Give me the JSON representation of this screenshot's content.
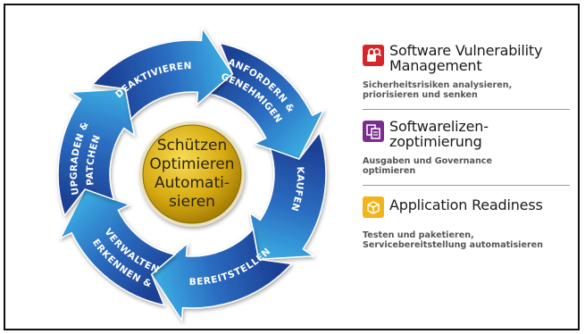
{
  "center": {
    "lines": [
      "Schützen",
      "Optimieren",
      "Automati-",
      "sieren"
    ]
  },
  "cycle_steps": [
    {
      "lines": [
        "ANFORDERN &",
        "GENEHMIGEN"
      ]
    },
    {
      "lines": [
        "KAUFEN"
      ]
    },
    {
      "lines": [
        "BEREITSTELLEN"
      ]
    },
    {
      "lines": [
        "ERKENNEN &",
        "VERWALTEN"
      ]
    },
    {
      "lines": [
        "UPGRADEN &",
        "PATCHEN"
      ]
    },
    {
      "lines": [
        "DEAKTIVIEREN"
      ]
    }
  ],
  "products": [
    {
      "icon": "lock-search-icon",
      "color": "#d9252a",
      "title_1": "Software Vulnerability",
      "title_2": "Management",
      "sub_1": "Sicherheitsrisiken analysieren,",
      "sub_2": "priorisieren und senken"
    },
    {
      "icon": "license-document-icon",
      "color": "#7a2c8f",
      "title_1": "Softwarelizen-",
      "title_2": "zoptimierung",
      "sub_1": "Ausgaben und Governance",
      "sub_2": "optimieren"
    },
    {
      "icon": "package-box-icon",
      "color": "#f2b418",
      "title_1": "Application Readiness",
      "title_2": "",
      "sub_1": "Testen und paketieren,",
      "sub_2": "Servicebereitstellung automatisieren"
    }
  ],
  "colors": {
    "arrow_light": "#3aa8e0",
    "arrow_dark": "#1b3f93",
    "center_gold": "#c9a000"
  }
}
